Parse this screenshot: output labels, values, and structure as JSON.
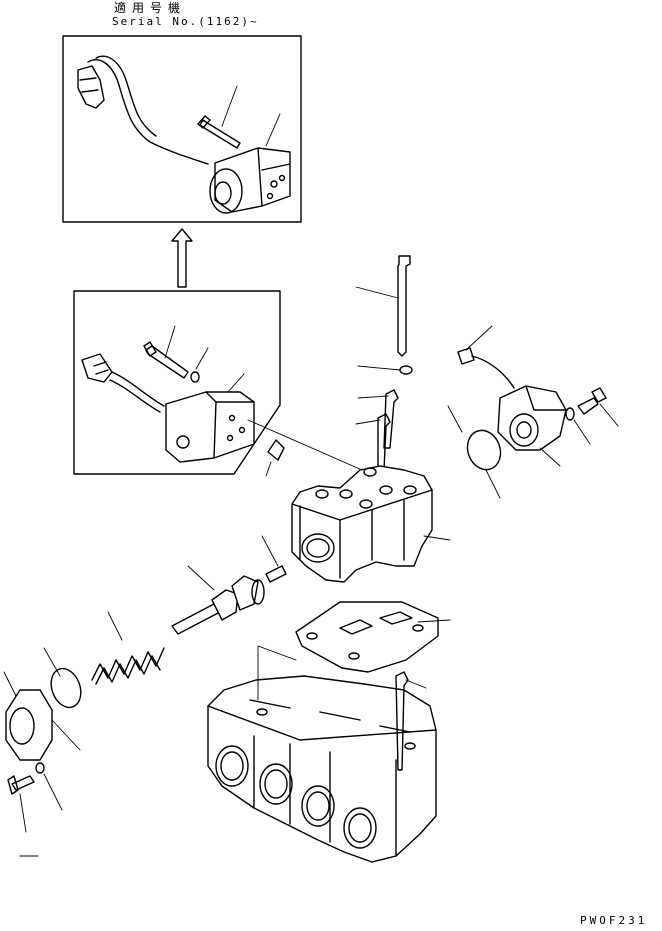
{
  "header": {
    "title": "適用号機",
    "serial": "Serial No.(1162)~"
  },
  "footer": {
    "drawing_code": "PWOF231"
  }
}
